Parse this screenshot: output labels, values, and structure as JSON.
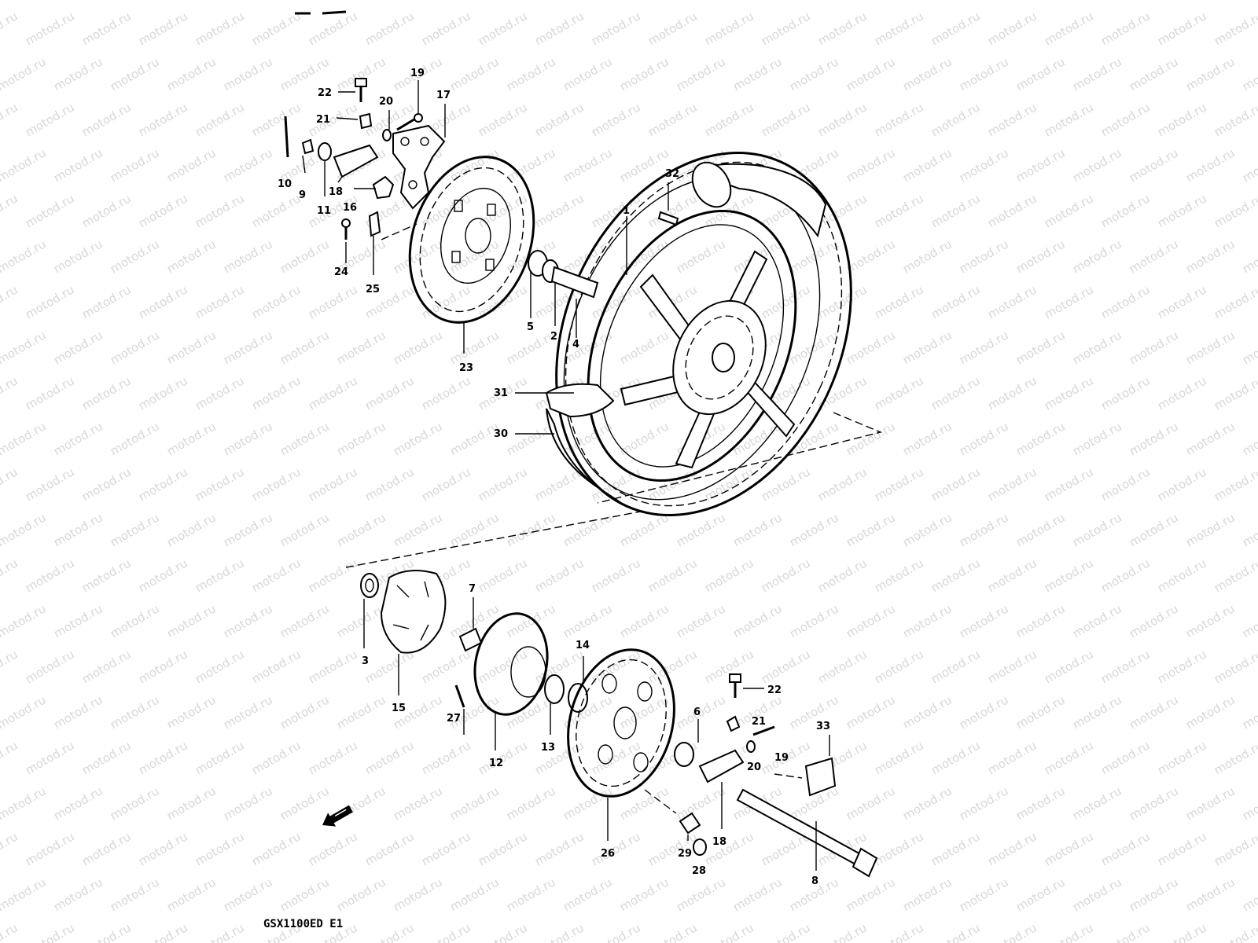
{
  "watermark": "motod.ru",
  "model_code": "GSX1100ED E1",
  "callouts": {
    "p1": "1",
    "p2": "2",
    "p3": "3",
    "p4": "4",
    "p5": "5",
    "p6": "6",
    "p7": "7",
    "p8": "8",
    "p9": "9",
    "p10": "10",
    "p11": "11",
    "p12": "12",
    "p13": "13",
    "p14": "14",
    "p15": "15",
    "p16": "16",
    "p17": "17",
    "p18a": "18",
    "p18b": "18",
    "p19a": "19",
    "p19b": "19",
    "p20a": "20",
    "p20b": "20",
    "p21a": "21",
    "p21b": "21",
    "p22a": "22",
    "p22b": "22",
    "p23": "23",
    "p24": "24",
    "p25": "25",
    "p26": "26",
    "p27": "27",
    "p28": "28",
    "p29": "29",
    "p30": "30",
    "p31": "31",
    "p32": "32",
    "p33": "33"
  },
  "icons": {
    "front_arrow": "front-direction-arrow-icon"
  }
}
